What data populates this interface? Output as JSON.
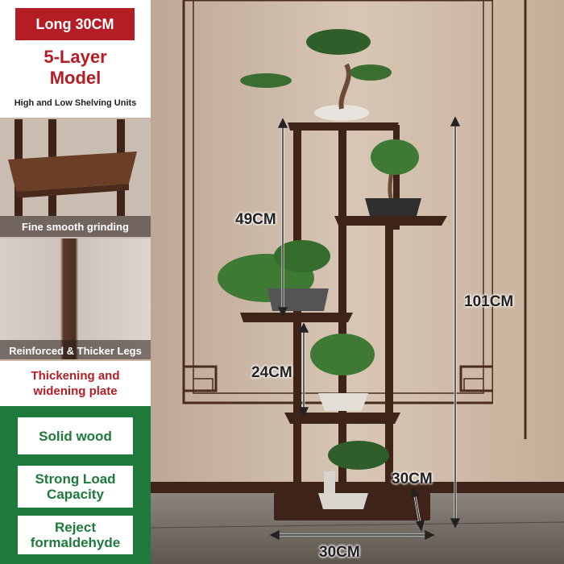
{
  "header": {
    "tag_label": "Long 30CM",
    "model_title": "5-Layer\nModel",
    "subtitle": "High and Low Shelving Units"
  },
  "detail_photos": [
    {
      "caption": "Fine smooth grinding"
    },
    {
      "caption": "Reinforced & Thicker Legs"
    }
  ],
  "plate_note": "Thickening and\nwidening plate",
  "features": [
    "Solid wood",
    "Strong Load\nCapacity",
    "Reject\nformaldehyde"
  ],
  "dimensions": {
    "shelf_gap_top": "49CM",
    "total_height": "101CM",
    "shelf_gap_lower": "24CM",
    "depth": "30CM",
    "width": "30CM"
  },
  "colors": {
    "brand_red": "#b51d24",
    "brand_green": "#1e7a3a",
    "wood_dark": "#3e2418",
    "wall": "#c9b6a3"
  }
}
